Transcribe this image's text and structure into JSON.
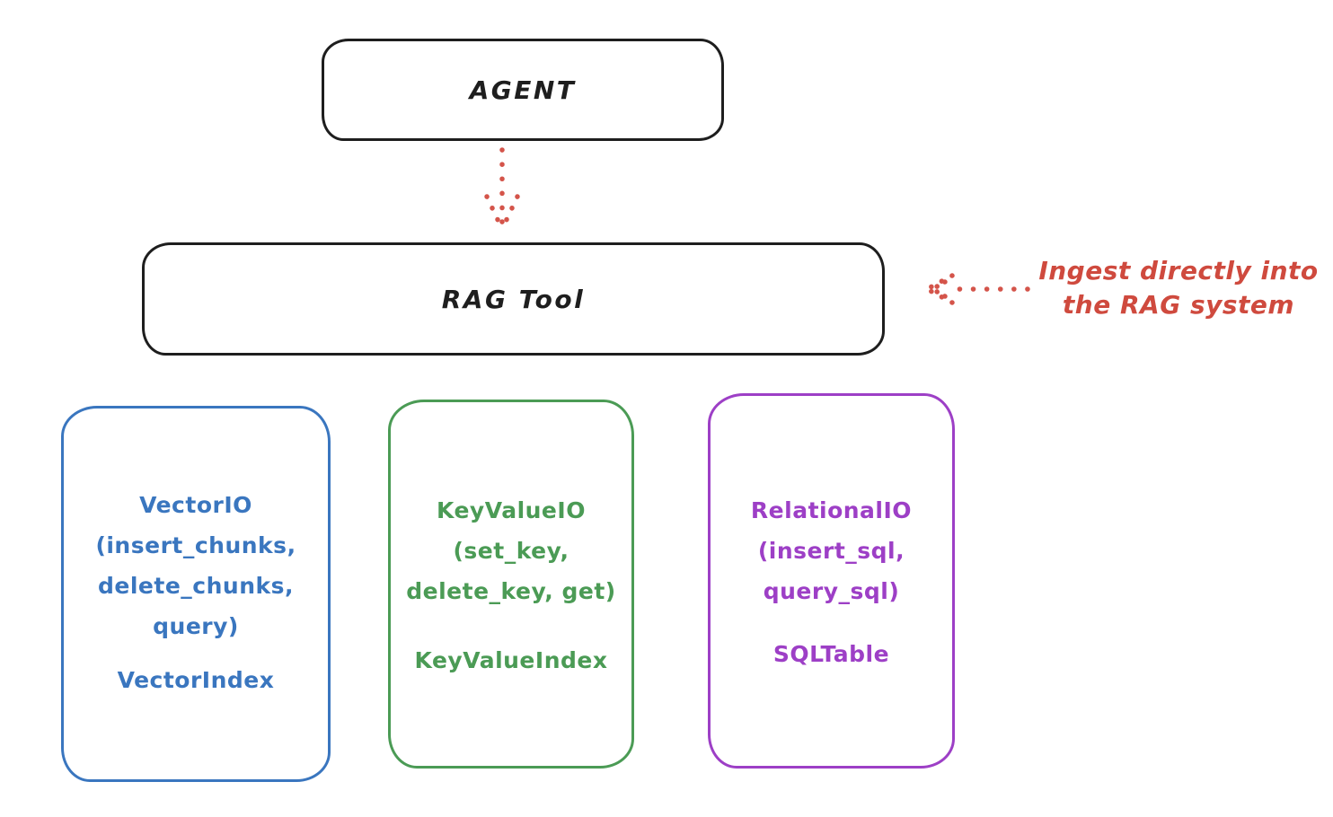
{
  "colors": {
    "stroke_black": "#1e1e1e",
    "accent_red": "#cf4a3e",
    "vector_blue": "#3a76bf",
    "keyvalue_green": "#4b9b55",
    "relational_purple": "#9d3fc6",
    "background": "#ffffff"
  },
  "agent": {
    "label": "AGENT"
  },
  "rag_tool": {
    "label": "RAG Tool"
  },
  "annotation": {
    "line1": "Ingest directly into",
    "line2": "the RAG system"
  },
  "providers": {
    "vector": {
      "title": "VectorIO",
      "line2": "(insert_chunks,",
      "line3": "delete_chunks,",
      "line4": "query)",
      "index": "VectorIndex"
    },
    "keyvalue": {
      "title": "KeyValueIO",
      "line2": "(set_key,",
      "line3": "delete_key, get)",
      "index": "KeyValueIndex"
    },
    "relational": {
      "title": "RelationalIO",
      "line2": "(insert_sql,",
      "line3": "query_sql)",
      "index": "SQLTable"
    }
  },
  "arrows": {
    "agent_to_rag": "dotted-down-arrow",
    "ingest_to_rag": "dotted-left-arrow"
  }
}
